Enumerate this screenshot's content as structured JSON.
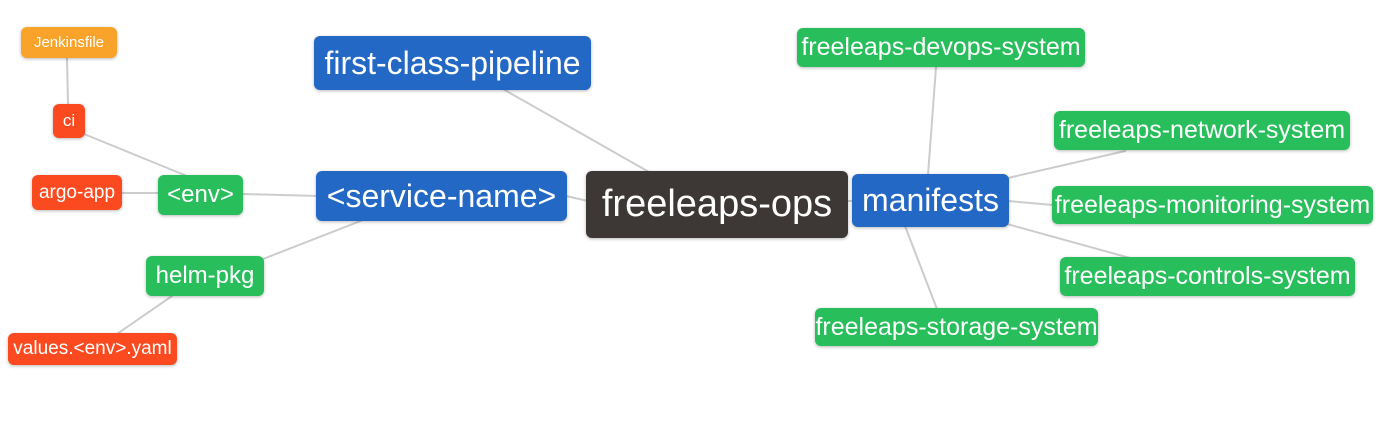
{
  "diagram": {
    "type": "mindmap",
    "root": "freeleaps-ops",
    "palette": {
      "orange": "#F9A32A",
      "red": "#FB4A20",
      "green": "#27BE5B",
      "blue": "#2368C4",
      "dark": "#3D3835",
      "edge": "#CCCCCC",
      "background": "#FFFFFF",
      "text": "#FFFFFF"
    },
    "nodes": {
      "jenkinsfile": {
        "label": "Jenkinsfile",
        "color": "orange"
      },
      "ci": {
        "label": "ci",
        "color": "red"
      },
      "argo_app": {
        "label": "argo-app",
        "color": "red"
      },
      "env": {
        "label": "<env>",
        "color": "green"
      },
      "first_class_pipeline": {
        "label": "first-class-pipeline",
        "color": "blue"
      },
      "service_name": {
        "label": "<service-name>",
        "color": "blue"
      },
      "freeleaps_ops": {
        "label": "freeleaps-ops",
        "color": "dark"
      },
      "manifests": {
        "label": "manifests",
        "color": "blue"
      },
      "helm_pkg": {
        "label": "helm-pkg",
        "color": "green"
      },
      "values_env_yaml": {
        "label": "values.<env>.yaml",
        "color": "red"
      },
      "devops_system": {
        "label": "freeleaps-devops-system",
        "color": "green"
      },
      "network_system": {
        "label": "freeleaps-network-system",
        "color": "green"
      },
      "monitoring_system": {
        "label": "freeleaps-monitoring-system",
        "color": "green"
      },
      "controls_system": {
        "label": "freeleaps-controls-system",
        "color": "green"
      },
      "storage_system": {
        "label": "freeleaps-storage-system",
        "color": "green"
      }
    },
    "edges": [
      {
        "from": "jenkinsfile",
        "to": "ci"
      },
      {
        "from": "ci",
        "to": "env"
      },
      {
        "from": "argo_app",
        "to": "env"
      },
      {
        "from": "env",
        "to": "service_name"
      },
      {
        "from": "service_name",
        "to": "helm_pkg"
      },
      {
        "from": "helm_pkg",
        "to": "values_env_yaml"
      },
      {
        "from": "first_class_pipeline",
        "to": "freeleaps_ops"
      },
      {
        "from": "service_name",
        "to": "freeleaps_ops"
      },
      {
        "from": "freeleaps_ops",
        "to": "manifests"
      },
      {
        "from": "manifests",
        "to": "devops_system"
      },
      {
        "from": "manifests",
        "to": "network_system"
      },
      {
        "from": "manifests",
        "to": "monitoring_system"
      },
      {
        "from": "manifests",
        "to": "controls_system"
      },
      {
        "from": "manifests",
        "to": "storage_system"
      }
    ]
  }
}
